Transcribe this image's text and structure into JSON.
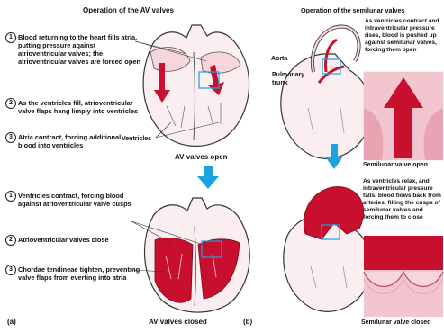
{
  "top_title_partial": "",
  "panel_a": {
    "title": "Operation of the AV valves",
    "steps_open": [
      {
        "num": "1",
        "text": "Blood returning to the heart fills atria, putting pressure against atrioventricular valves; the atrioventricular valves are forced open"
      },
      {
        "num": "2",
        "text": "As the ventricles fill, atrioventricular valve flaps hang limply into ventricles"
      },
      {
        "num": "3",
        "text": "Atria contract, forcing additional blood into ventricles"
      }
    ],
    "ventricles_label": "Ventricles",
    "open_caption": "AV valves open",
    "steps_closed": [
      {
        "num": "1",
        "text": "Ventricles contract, forcing blood against atrioventricular valve cusps"
      },
      {
        "num": "2",
        "text": "Atrioventricular valves close"
      },
      {
        "num": "3",
        "text": "Chordae tendineae tighten, preventing valve flaps from everting into atria"
      }
    ],
    "closed_caption": "AV valves closed",
    "fig_label": "(a)"
  },
  "panel_b": {
    "title": "Operation of the semilunar valves",
    "text_open": "As ventricles contract and intraventricular pressure rises, blood is pushed up against semilunar valves, forcing them open",
    "aorta_label": "Aorta",
    "pulmonary_label": "Pulmonary trunk",
    "open_caption": "Semilunar valve open",
    "text_closed": "As ventricles relax, and intraventricular pressure falls, blood flows back from arteries, filling the cusps of semilunar valves and forcing them to close",
    "closed_caption": "Semilunar valve closed",
    "fig_label": "(b)"
  },
  "colors": {
    "blood": "#c8102e",
    "blood_light": "#e8526a",
    "tissue": "#f3c6cf",
    "arrow_blue": "#1aa3e0",
    "outline": "#333333"
  }
}
